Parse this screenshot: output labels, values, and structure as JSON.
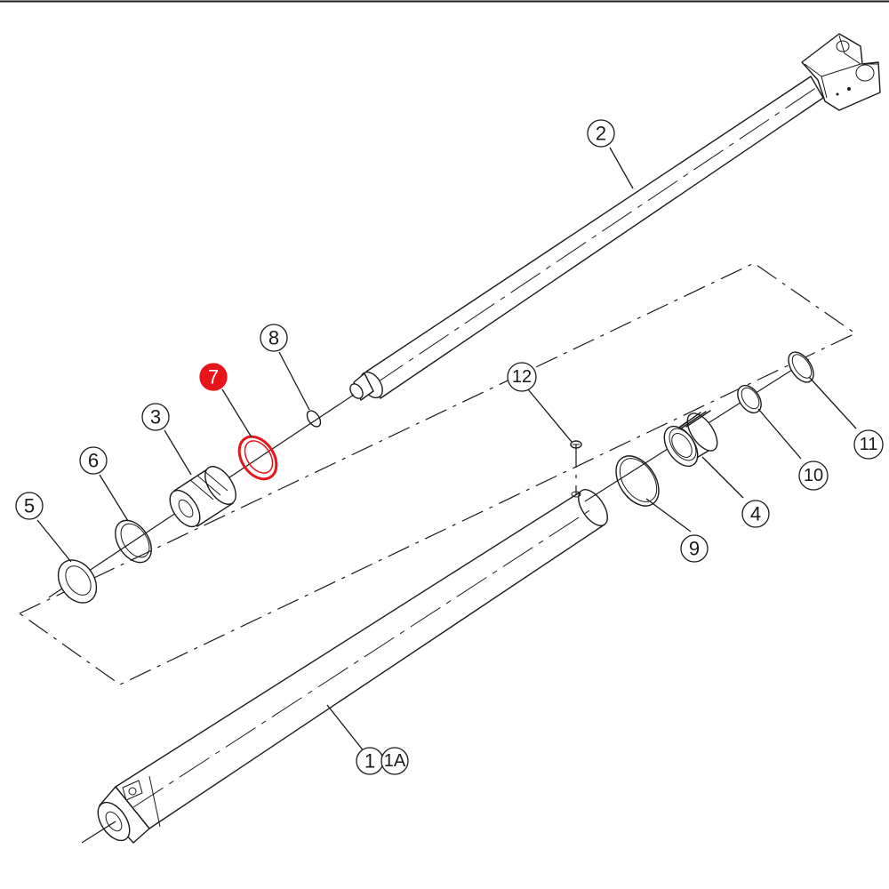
{
  "callouts": [
    {
      "id": "1",
      "text": "1",
      "highlighted": false
    },
    {
      "id": "1A",
      "text": "1A",
      "highlighted": false
    },
    {
      "id": "2",
      "text": "2",
      "highlighted": false
    },
    {
      "id": "3",
      "text": "3",
      "highlighted": false
    },
    {
      "id": "4",
      "text": "4",
      "highlighted": false
    },
    {
      "id": "5",
      "text": "5",
      "highlighted": false
    },
    {
      "id": "6",
      "text": "6",
      "highlighted": false
    },
    {
      "id": "7",
      "text": "7",
      "highlighted": true
    },
    {
      "id": "8",
      "text": "8",
      "highlighted": false
    },
    {
      "id": "9",
      "text": "9",
      "highlighted": false
    },
    {
      "id": "10",
      "text": "10",
      "highlighted": false
    },
    {
      "id": "11",
      "text": "11",
      "highlighted": false
    },
    {
      "id": "12",
      "text": "12",
      "highlighted": false
    }
  ],
  "colors": {
    "highlight": "#e8141b",
    "line": "#1a1a1a",
    "background": "#ffffff"
  }
}
